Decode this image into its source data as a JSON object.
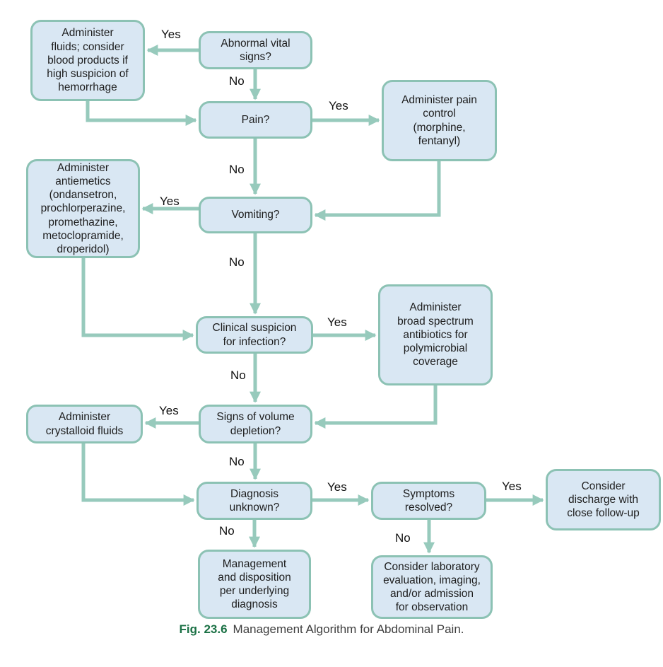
{
  "figure_caption": {
    "label": "Fig. 23.6",
    "title": "Management Algorithm for Abdominal Pain."
  },
  "labels": {
    "yes": "Yes",
    "no": "No"
  },
  "nodes": {
    "administer_fluids": "Administer\nfluids; consider\nblood products if\nhigh suspicion of\nhemorrhage",
    "abnormal_vitals": "Abnormal vital\nsigns?",
    "pain": "Pain?",
    "pain_control": "Administer pain\ncontrol\n(morphine,\nfentanyl)",
    "antiemetics": "Administer\nantiemetics\n(ondansetron,\nprochlorperazine,\npromethazine,\nmetoclopramide,\ndroperidol)",
    "vomiting": "Vomiting?",
    "infection": "Clinical suspicion\nfor infection?",
    "antibiotics": "Administer\nbroad spectrum\nantibiotics for\npolymicrobial\ncoverage",
    "volume_depletion": "Signs of volume\ndepletion?",
    "crystalloid": "Administer\ncrystalloid fluids",
    "diagnosis_unknown": "Diagnosis\nunknown?",
    "management": "Management\nand disposition\nper underlying\ndiagnosis",
    "symptoms_resolved": "Symptoms\nresolved?",
    "discharge": "Consider\ndischarge with\nclose follow-up",
    "lab_eval": "Consider laboratory\nevaluation, imaging,\nand/or admission\nfor observation"
  },
  "colors": {
    "node_fill": "#d9e7f3",
    "node_border": "#8cc2b4",
    "arrow": "#97cabc",
    "caption_label_green": "#1b7145",
    "caption_text_gray": "#3e3e3e",
    "node_text": "#1d1d1d"
  }
}
